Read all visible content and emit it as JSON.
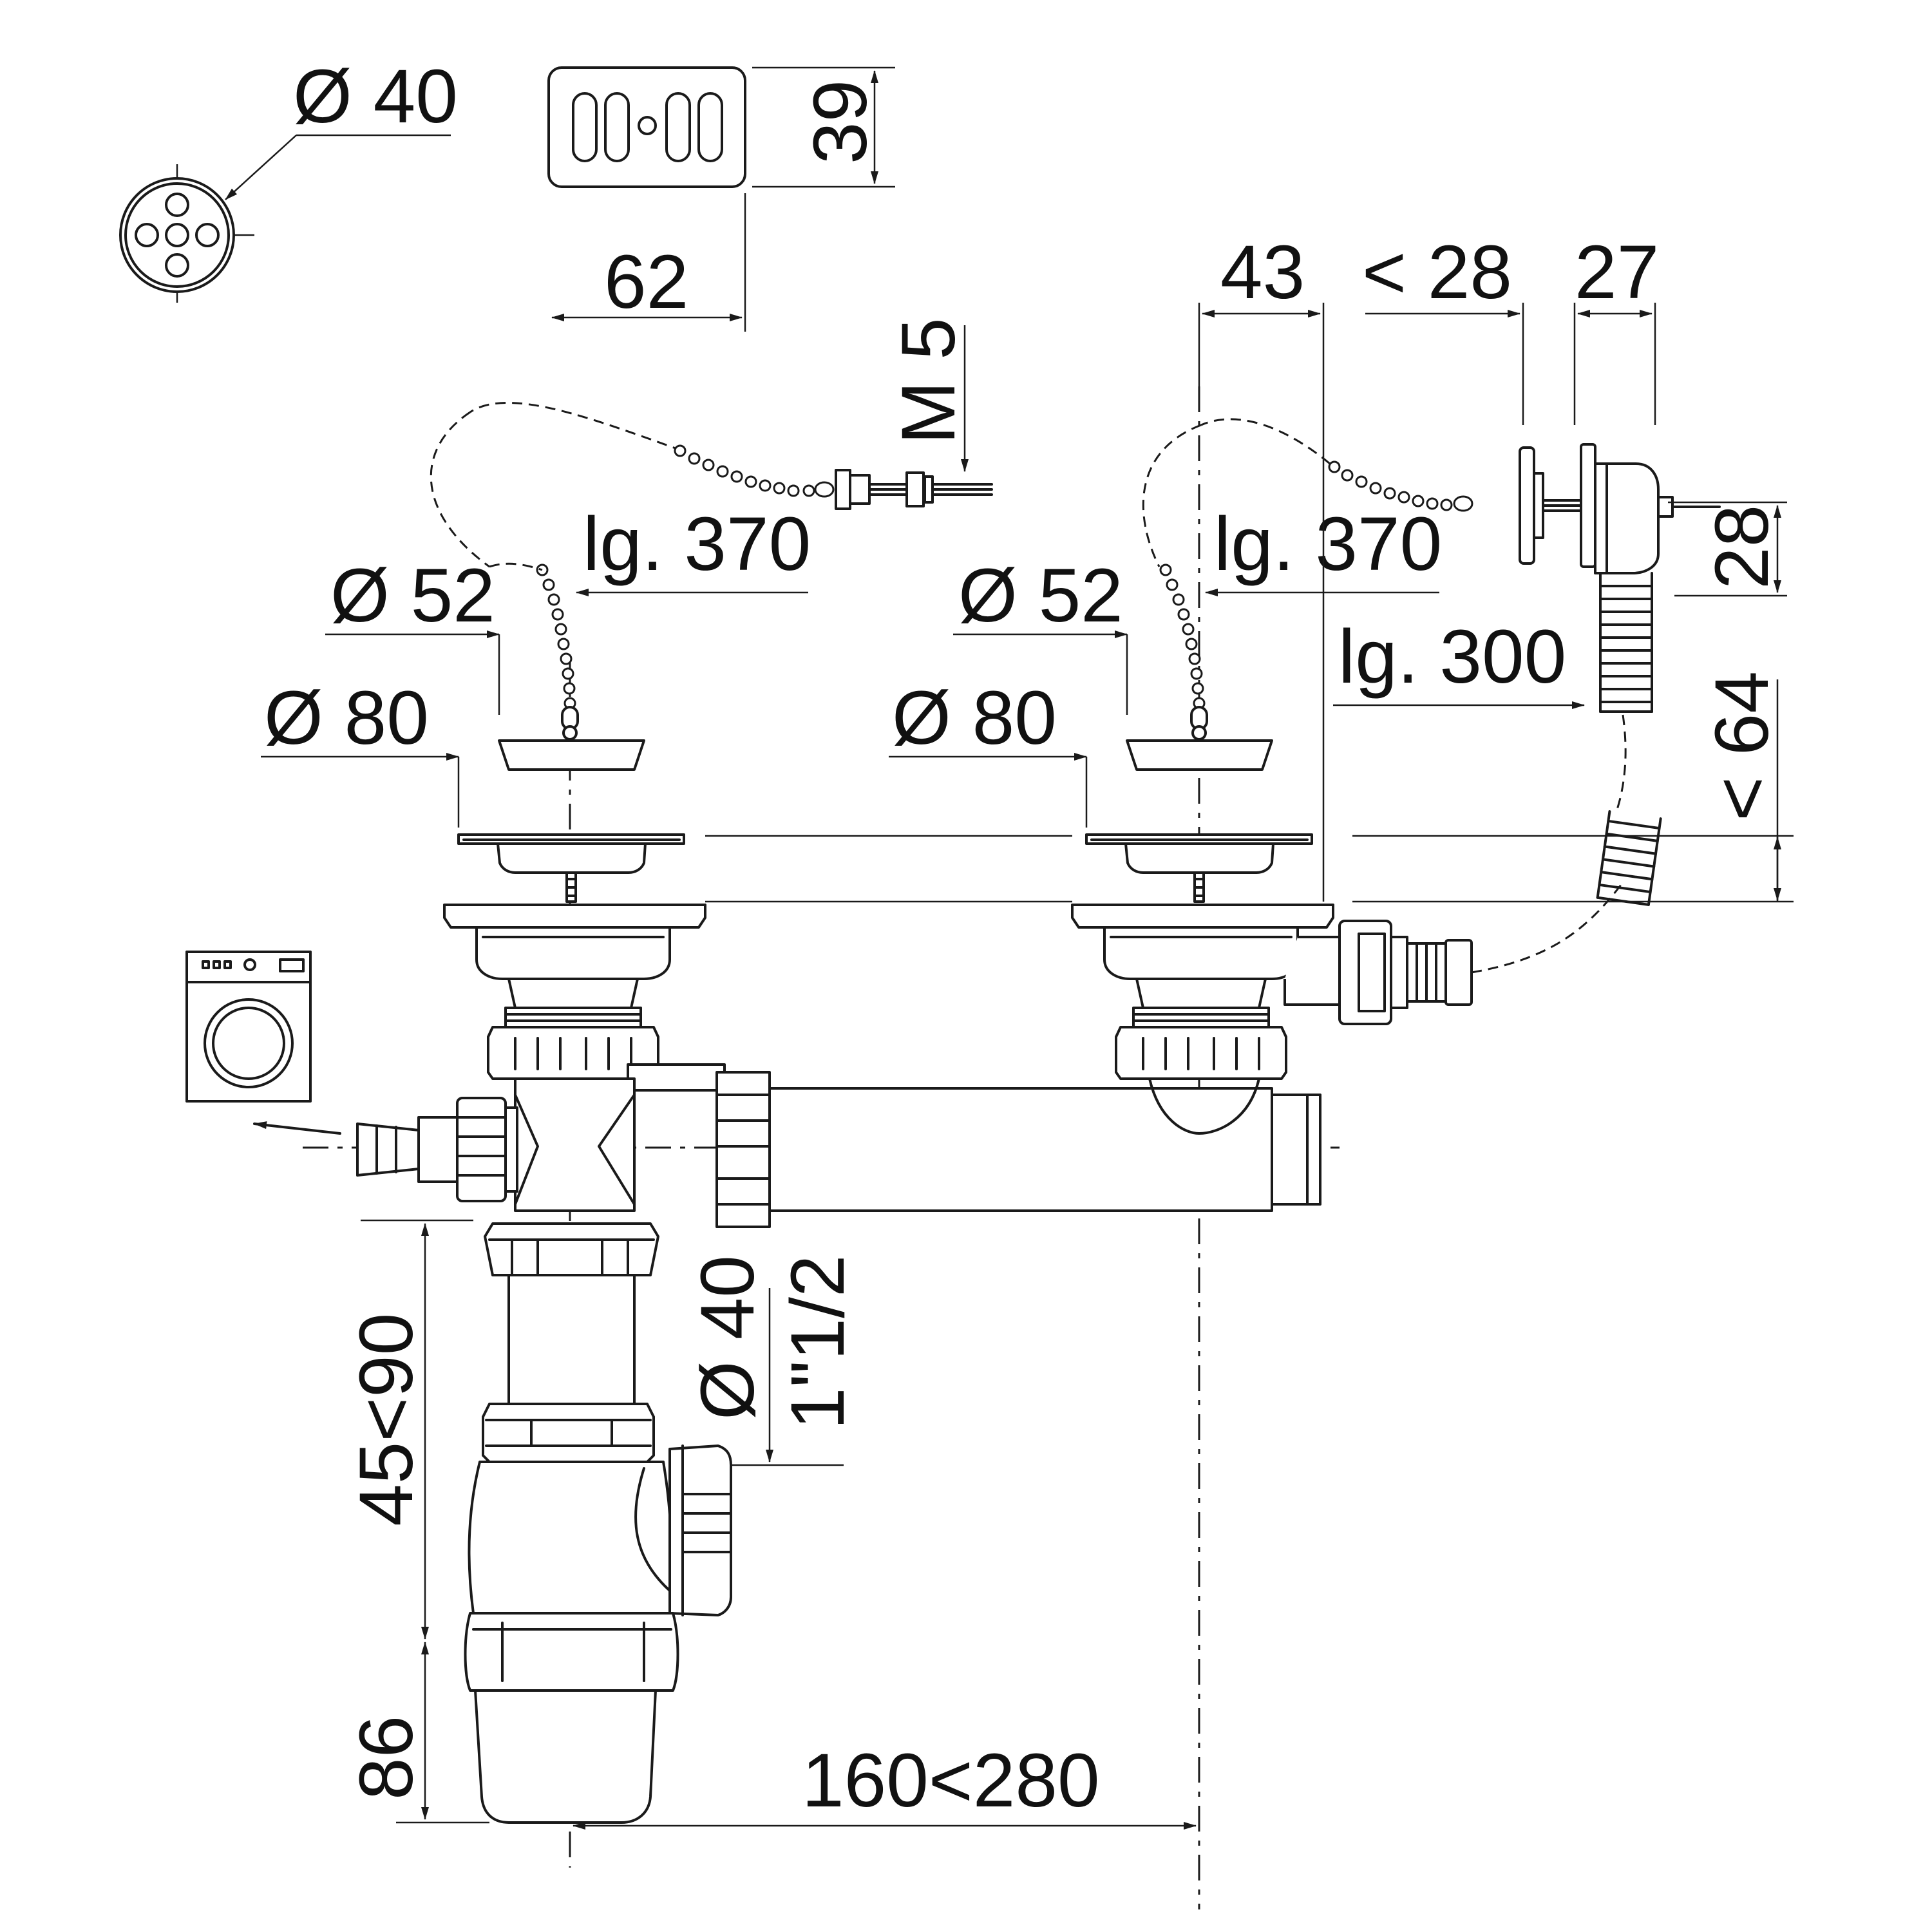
{
  "labels": {
    "strainer_diameter": "Ø 40",
    "overflow_height": "39",
    "overflow_width": "62",
    "screw_thread": "M 5",
    "chain_length_left": "lg. 370",
    "chain_length_right": "lg. 370",
    "inner_diameter_left": "Ø 52",
    "outer_diameter_left": "Ø 80",
    "inner_diameter_right": "Ø 52",
    "outer_diameter_right": "Ø 80",
    "dim_43": "43",
    "dim_lt28": "< 28",
    "dim_27": "27",
    "dim_28": "28",
    "hose_length": "lg. 300",
    "dim_lt64": "< 64",
    "trap_height_range": "45<90",
    "trap_base": "86",
    "outlet_diameter": "Ø 40",
    "outlet_thread": "1\"1/2",
    "bowl_spacing": "160<280"
  },
  "colors": {
    "line": "#1a1a1a",
    "background": "#ffffff"
  },
  "icons": {
    "washing_machine": "washing-machine-icon",
    "outlet_arrow": "outlet-arrow-icon"
  }
}
